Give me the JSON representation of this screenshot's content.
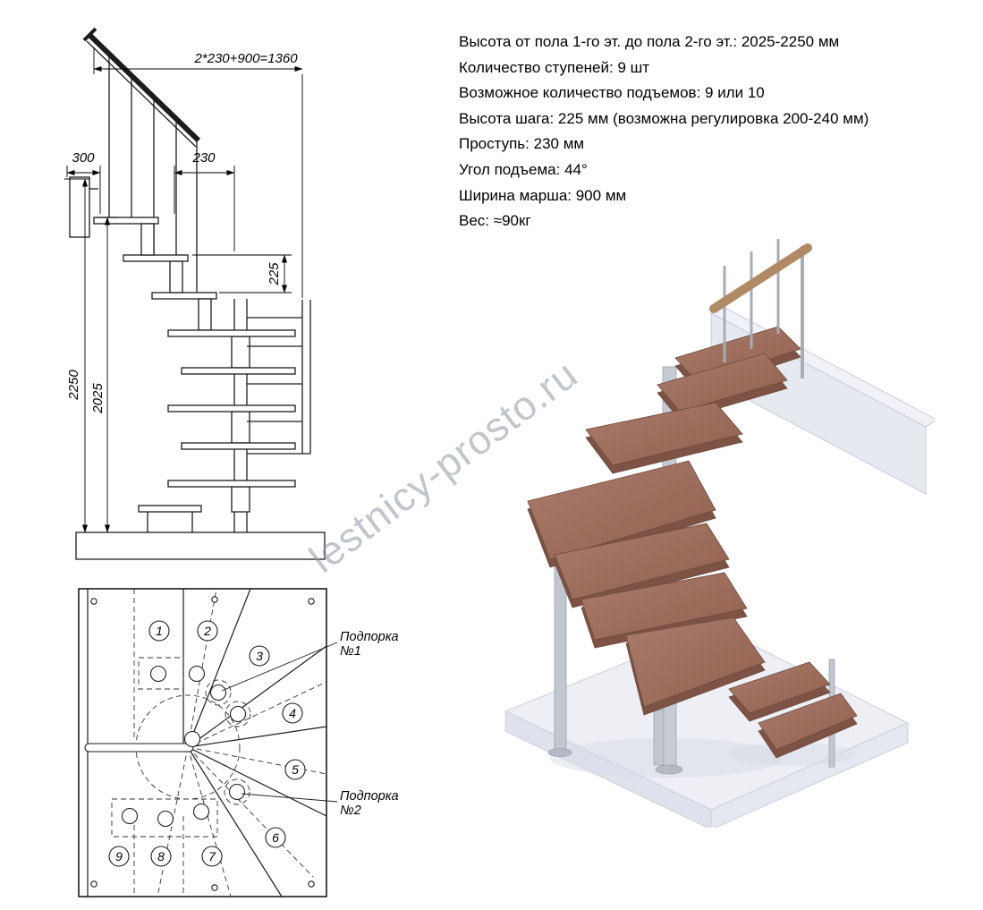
{
  "watermark": "lestnicy-prosto.ru",
  "specs": {
    "lines": [
      "Высота от пола 1-го эт. до пола 2-го эт.: 2025-2250 мм",
      "Количество ступеней: 9 шт",
      "Возможное количество подъемов: 9 или 10",
      "Высота шага: 225 мм (возможна регулировка 200-240 мм)",
      "Проступь: 230 мм",
      "Угол подъема: 44°",
      "Ширина марша: 900 мм",
      "Вес: ≈90кг"
    ]
  },
  "side_view": {
    "dim_top": "2*230+900=1360",
    "dim_left": "300",
    "dim_tread": "230",
    "dim_rise": "225",
    "dim_total_height": "2250",
    "dim_floor_height": "2025"
  },
  "plan_view": {
    "steps": [
      "1",
      "2",
      "3",
      "4",
      "5",
      "6",
      "7",
      "8",
      "9"
    ],
    "support1_line1": "Подпорка",
    "support1_line2": "№1",
    "support2_line1": "Подпорка",
    "support2_line2": "№2"
  }
}
